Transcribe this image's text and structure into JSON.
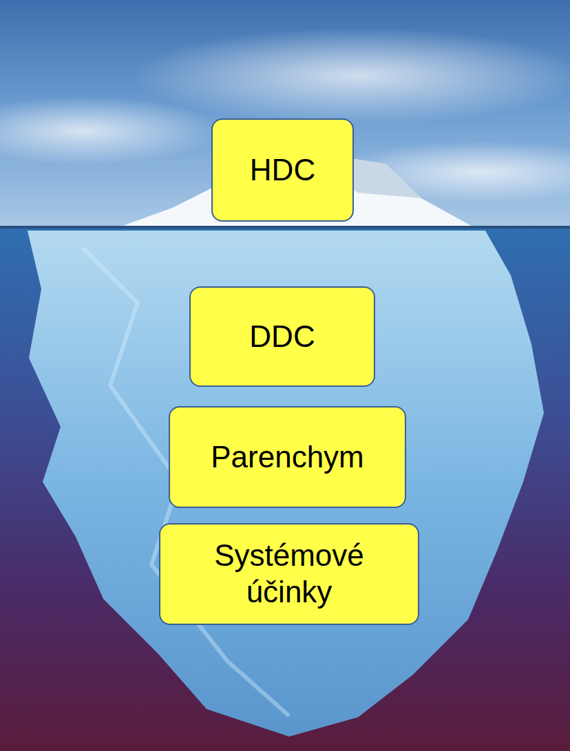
{
  "diagram": {
    "nodes": [
      {
        "text": [
          "HDC"
        ]
      },
      {
        "text": [
          "DDC"
        ]
      },
      {
        "text": [
          "Parenchym"
        ]
      },
      {
        "text": [
          "Systémové účinky"
        ]
      }
    ]
  }
}
